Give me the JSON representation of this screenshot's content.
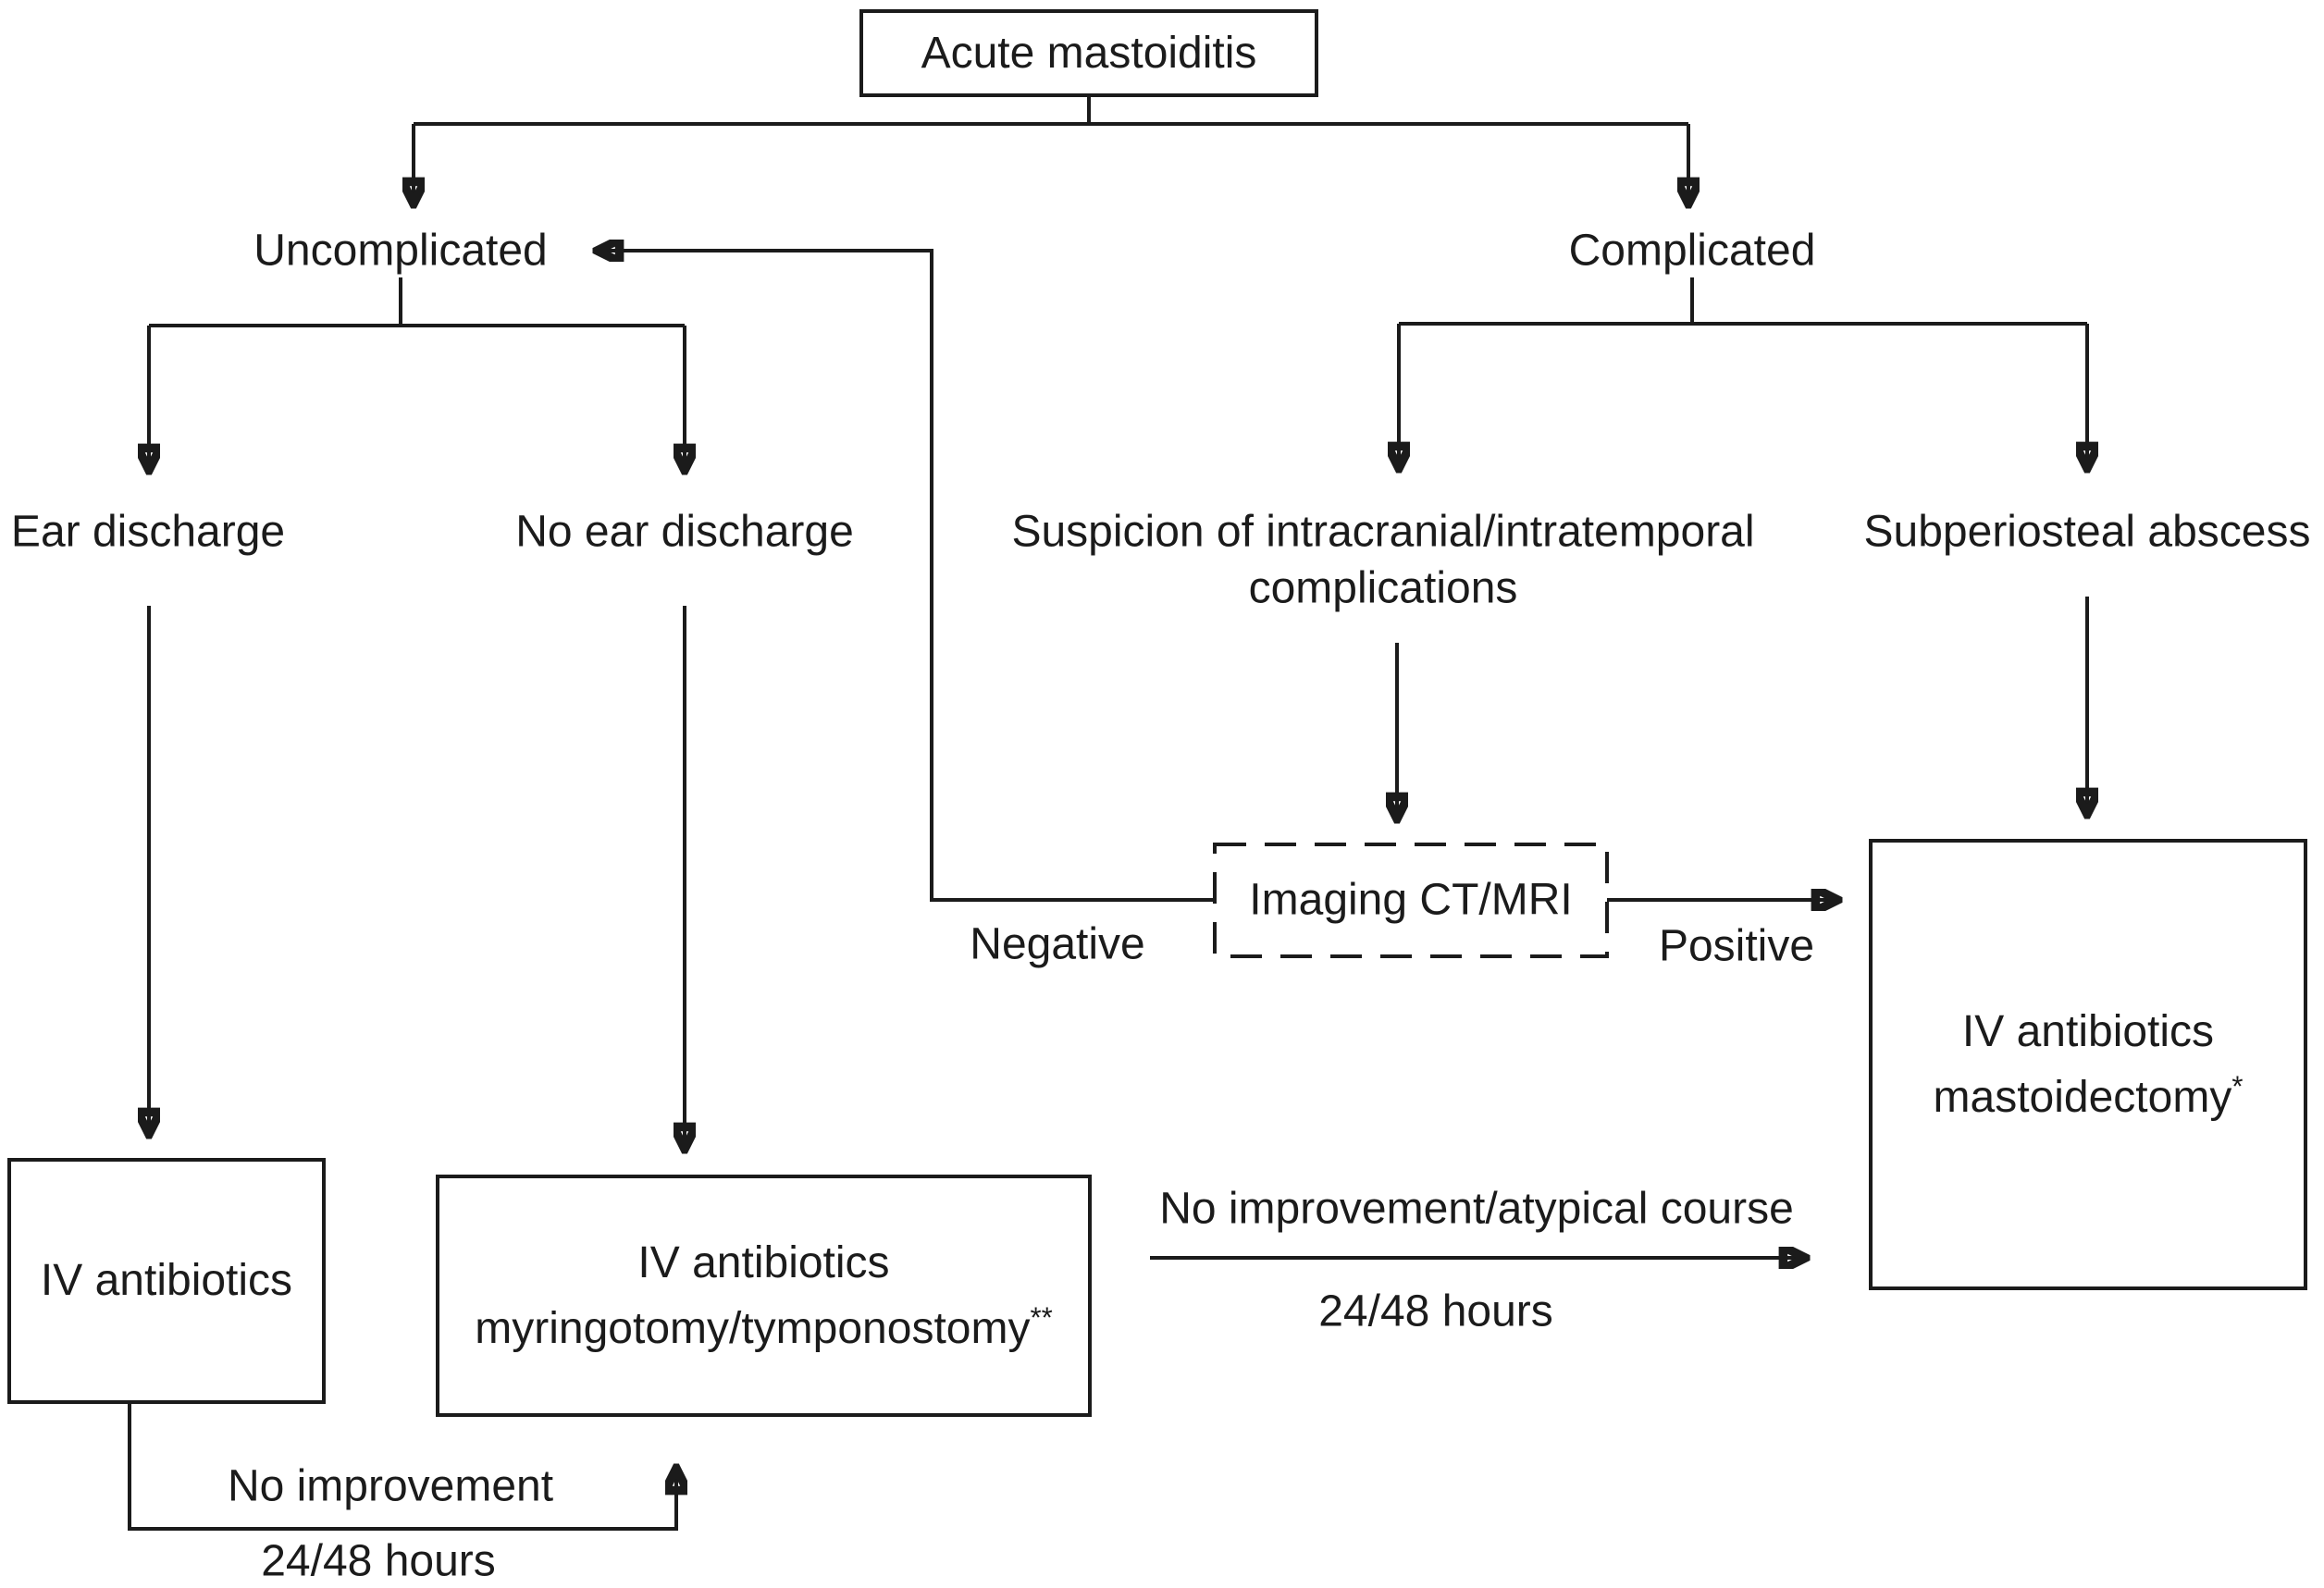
{
  "colors": {
    "ink": "#1b1b1b",
    "bg": "#ffffff"
  },
  "nodes": {
    "root": "Acute mastoiditis",
    "uncomplicated": "Uncomplicated",
    "complicated": "Complicated",
    "ear_discharge": "Ear discharge",
    "no_ear_discharge": "No ear discharge",
    "suspicion_line1": "Suspicion of intracranial/intratemporal",
    "suspicion_line2": "complications",
    "subperiosteal": "Subperiosteal abscess",
    "imaging": "Imaging CT/MRI",
    "iv_antibiotics": "IV antibiotics",
    "myringotomy_line1": "IV antibiotics",
    "myringotomy_line2": "myringotomy/tymponostomy",
    "myringotomy_note": "**",
    "mastoidectomy_line1": "IV antibiotics",
    "mastoidectomy_line2": "mastoidectomy",
    "mastoidectomy_note": "*"
  },
  "edges": {
    "negative": "Negative",
    "positive": "Positive",
    "atypical_label": "No improvement/atypical course",
    "atypical_hours": "24/48 hours",
    "loop_label": "No improvement",
    "loop_hours": "24/48 hours"
  }
}
